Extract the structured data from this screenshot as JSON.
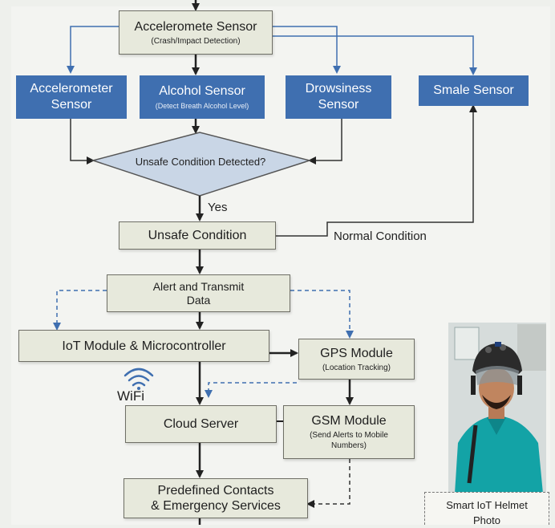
{
  "nodes": {
    "top_sensor": {
      "title": "Acceleromete Sensor",
      "sub": "(Crash/Impact Detection)"
    },
    "accelerometer": {
      "title1": "Accelerometer",
      "title2": "Sensor"
    },
    "alcohol": {
      "title": "Alcohol Sensor",
      "sub": "(Detect Breath Alcohol Level)"
    },
    "drowsiness": {
      "title1": "Drowsiness",
      "title2": "Sensor"
    },
    "smale": {
      "title": "Smale Sensor"
    },
    "decision": {
      "text": "Unsafe Condition Detected?"
    },
    "unsafe": {
      "title": "Unsafe Condition"
    },
    "alert": {
      "title1": "Alert and Transmit",
      "title2": "Data"
    },
    "iot": {
      "title": "IoT Module & Microcontroller"
    },
    "gps": {
      "title": "GPS Module",
      "sub": "(Location Tracking)"
    },
    "cloud": {
      "title": "Cloud Server"
    },
    "gsm": {
      "title": "GSM Module",
      "sub1": "(Send Alerts to Mobile",
      "sub2": "Numbers)"
    },
    "contacts": {
      "title1": "Predefined Contacts",
      "title2": "& Emergency Services"
    }
  },
  "labels": {
    "yes": "Yes",
    "normal": "Normal Condition",
    "wifi": "WiFi"
  },
  "photo": {
    "caption1": "Smart IoT Helmet",
    "caption2": "Photo"
  },
  "colors": {
    "sensor_blue": "#3f6fb0",
    "process_box": "#e7e9dc",
    "line": "#333333",
    "arrow_blue": "#3f6fb0"
  }
}
